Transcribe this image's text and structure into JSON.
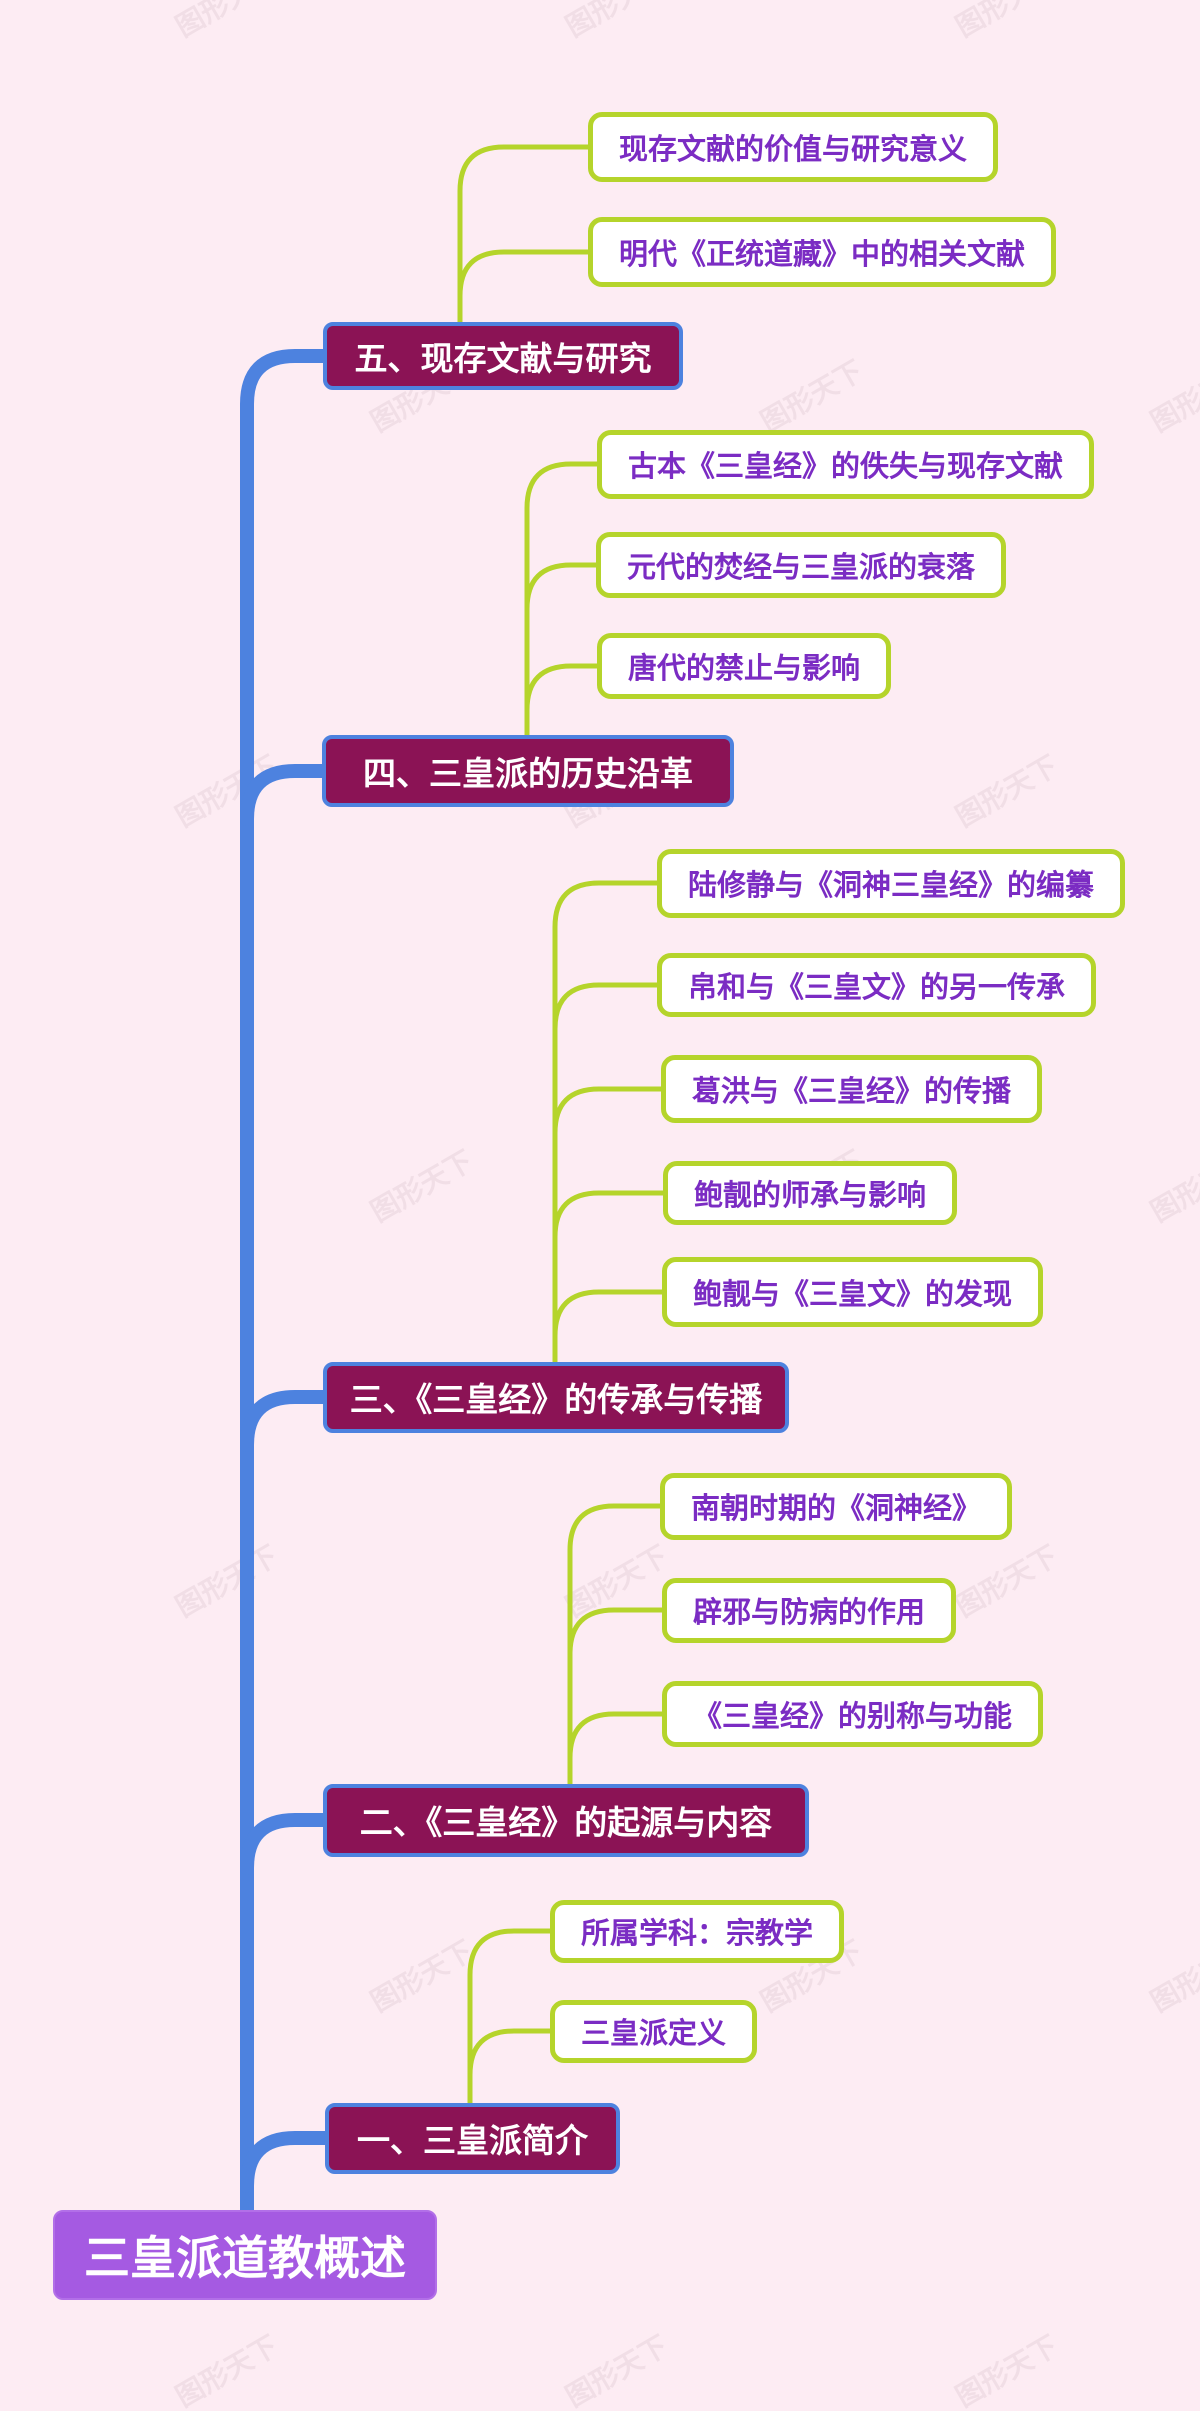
{
  "title": "三皇派道教概述",
  "watermark": "图形天下",
  "colors": {
    "background": "#fdecf3",
    "trunk_blue": "#4d82df",
    "branch_fill": "#8b1355",
    "branch_border": "#4d82df",
    "branch_text": "#ffffff",
    "leaf_fill": "#ffffff",
    "leaf_border": "#b5d42b",
    "leaf_text": "#7b2cc3",
    "root_fill": "#a55ae2",
    "root_text": "#ffffff"
  },
  "root": {
    "label": "三皇派道教概述"
  },
  "branches": [
    {
      "label": "五、现存文献与研究",
      "children": [
        {
          "label": "现存文献的价值与研究意义"
        },
        {
          "label": "明代《正统道藏》中的相关文献"
        }
      ]
    },
    {
      "label": "四、三皇派的历史沿革",
      "children": [
        {
          "label": "古本《三皇经》的佚失与现存文献"
        },
        {
          "label": "元代的焚经与三皇派的衰落"
        },
        {
          "label": "唐代的禁止与影响"
        }
      ]
    },
    {
      "label": "三、《三皇经》的传承与传播",
      "children": [
        {
          "label": "陆修静与《洞神三皇经》的编纂"
        },
        {
          "label": "帛和与《三皇文》的另一传承"
        },
        {
          "label": "葛洪与《三皇经》的传播"
        },
        {
          "label": "鲍靓的师承与影响"
        },
        {
          "label": "鲍靓与《三皇文》的发现"
        }
      ]
    },
    {
      "label": "二、《三皇经》的起源与内容",
      "children": [
        {
          "label": "南朝时期的《洞神经》"
        },
        {
          "label": "辟邪与防病的作用"
        },
        {
          "label": "《三皇经》的别称与功能"
        }
      ]
    },
    {
      "label": "一、三皇派简介",
      "children": [
        {
          "label": "所属学科：宗教学"
        },
        {
          "label": "三皇派定义"
        }
      ]
    }
  ]
}
